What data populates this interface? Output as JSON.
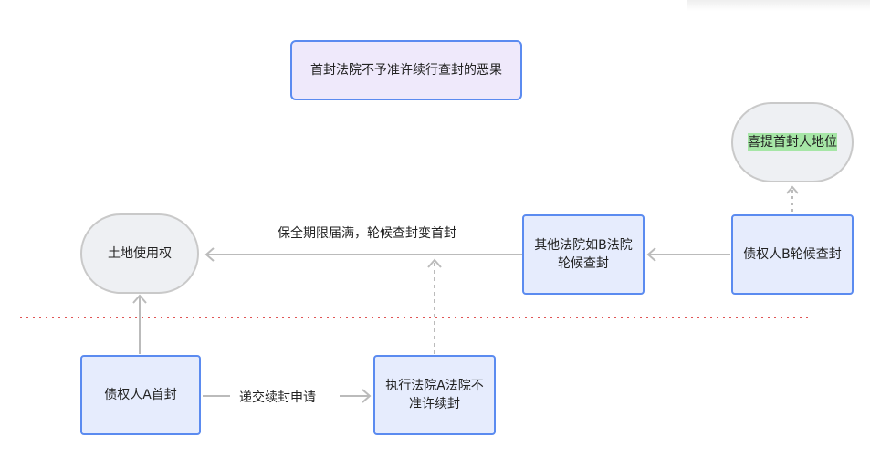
{
  "diagram": {
    "title": "首封法院不予准许续行查封的恶果",
    "nodes": {
      "land_use_right": "土地使用权",
      "other_court": "其他法院如B法院轮候查封",
      "creditor_b": "债权人B轮候查封",
      "first_seal_status": "喜提首封人地位",
      "creditor_a": "债权人A首封",
      "executing_court": "执行法院A法院不准许续封"
    },
    "edges": {
      "expire_label": "保全期限届满，轮候查封变首封",
      "apply_label": "递交续封申请"
    },
    "colors": {
      "node_fill": "#e6ecfd",
      "node_border": "#5b8bf0",
      "title_fill": "#efe9fb",
      "pill_fill": "#eef0f3",
      "pill_border": "#c9c9c9",
      "divider": "#e05555",
      "highlight": "#a6e6a6",
      "arrow": "#bbbbbb"
    }
  }
}
